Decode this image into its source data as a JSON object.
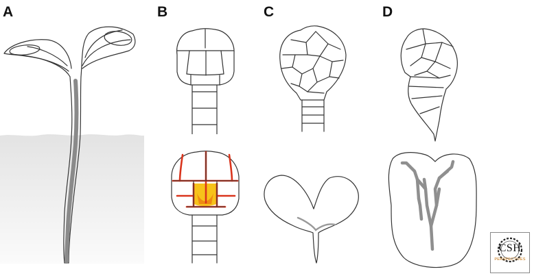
{
  "panels": [
    {
      "id": "A",
      "label": "A"
    },
    {
      "id": "B",
      "label": "B"
    },
    {
      "id": "C",
      "label": "C"
    },
    {
      "id": "D",
      "label": "D"
    }
  ],
  "logo": {
    "line1": "CSH",
    "line2": "PERSPECTIVES"
  },
  "colors": {
    "outline": "#333333",
    "vascular": "#8a8a8a",
    "red_walls": "#d9341c",
    "yellow_fill": "#f7c21a",
    "orange_fill": "#ef8a12",
    "soil_top": "#e3e3e3",
    "soil_bottom": "#fbfbfb",
    "logo_accent": "#c4720b"
  }
}
